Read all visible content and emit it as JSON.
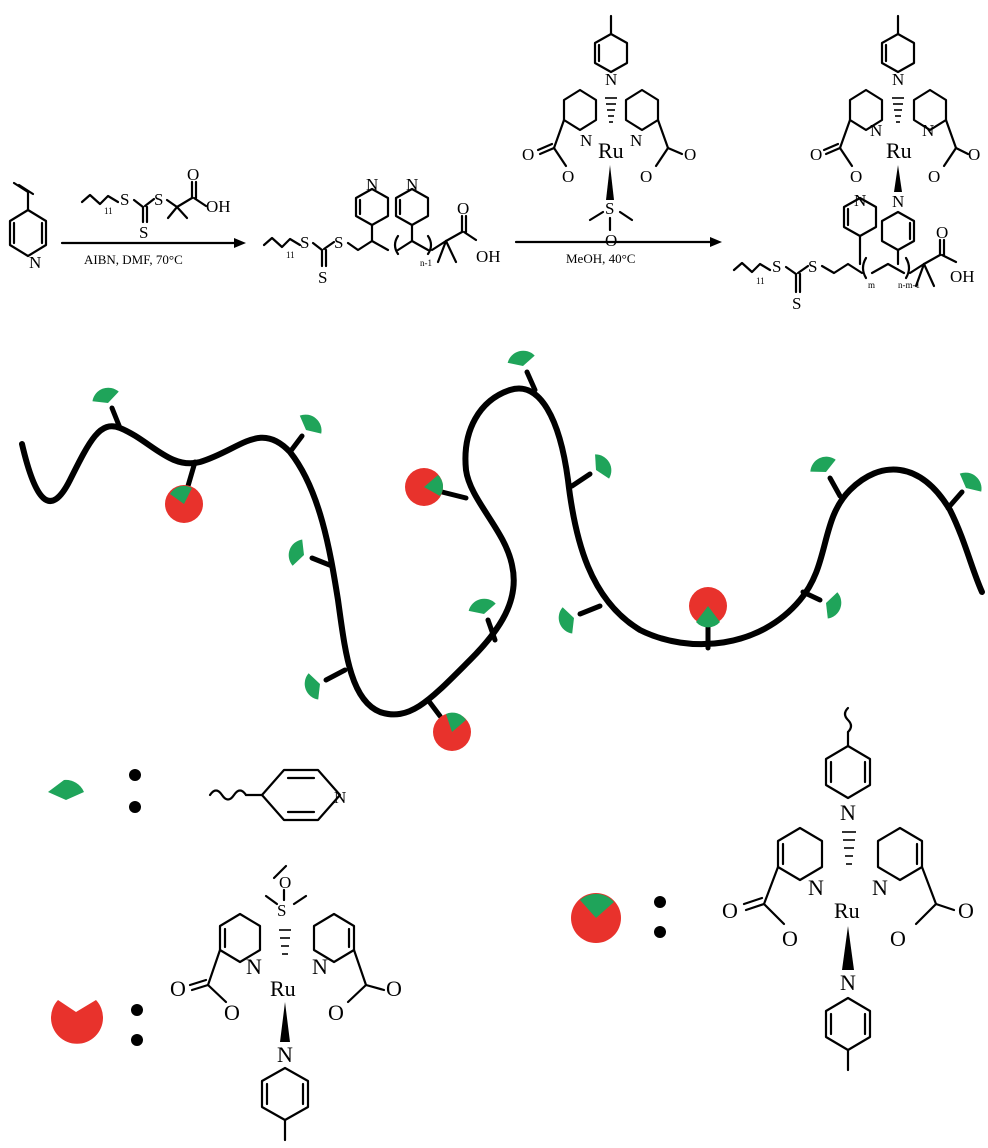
{
  "reaction": {
    "step1_conditions": "AIBN, DMF, 70°C",
    "step2_conditions": "MeOH, 40°C"
  },
  "atoms": {
    "N": "N",
    "S": "S",
    "O": "O",
    "Ru": "Ru",
    "OH": "OH",
    "sub_11": "11",
    "sub_n1": "n-1",
    "sub_m": "m",
    "sub_nm1": "n-m-1"
  },
  "legend": {
    "separator": ":",
    "items": [
      {
        "symbol": "green-wedge",
        "meaning": "pendant pyridine"
      },
      {
        "symbol": "red-pacman",
        "meaning": "Ru(bda)(DMSO)(pic)"
      },
      {
        "symbol": "red-circle-green-wedge",
        "meaning": "Ru(bda)(pic)(pyridine)"
      }
    ]
  },
  "colors": {
    "green": "#1fa45a",
    "red": "#e8322c",
    "chain": "#000000"
  }
}
